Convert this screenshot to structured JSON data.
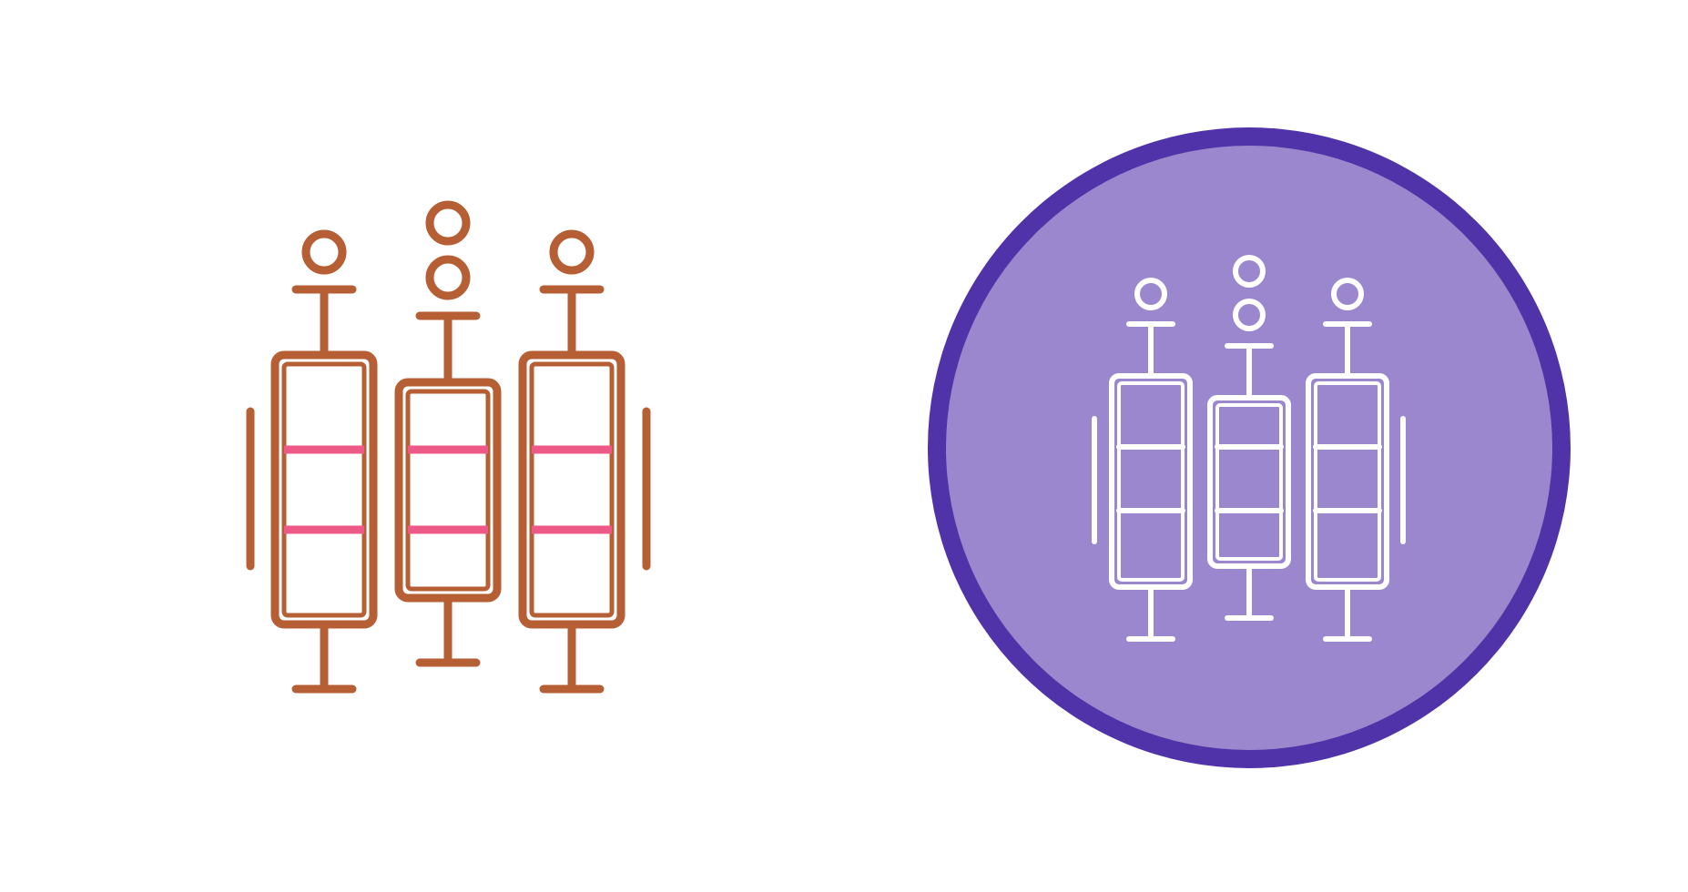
{
  "icons": [
    {
      "name": "box-plot-icon-outline",
      "style": "line",
      "colors": {
        "stroke": "#b65f35",
        "accent": "#ee5a87",
        "background": "#ffffff"
      }
    },
    {
      "name": "box-plot-icon-circle",
      "style": "line-on-circle",
      "colors": {
        "stroke": "#ffffff",
        "circle_fill": "#9b87ce",
        "circle_border": "#5033a8",
        "background": "#ffffff"
      }
    }
  ]
}
